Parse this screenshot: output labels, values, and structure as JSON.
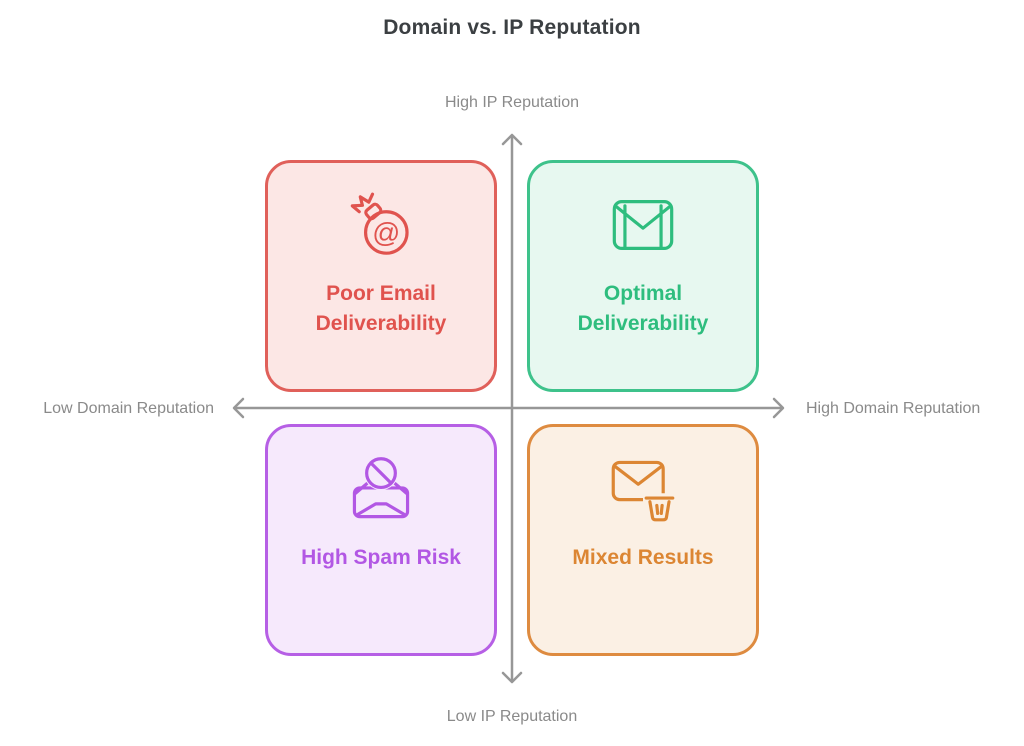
{
  "title": "Domain vs. IP Reputation",
  "axes": {
    "x": {
      "left_label": "Low Domain Reputation",
      "right_label": "High Domain Reputation"
    },
    "y": {
      "top_label": "High IP Reputation",
      "bottom_label": "Low IP Reputation"
    },
    "line_color": "#979797",
    "label_color": "#8a8a8a"
  },
  "quadrants": {
    "top_left": {
      "label": "Poor Email Deliverability",
      "icon": "spam-bomb-icon",
      "accent": "#e0534e",
      "border": "#e0605a",
      "background": "#fce7e5",
      "at_glyph": "@"
    },
    "top_right": {
      "label": "Optimal Deliverability",
      "icon": "gmail-envelope-icon",
      "accent": "#2ebd7e",
      "border": "#3ec28b",
      "background": "#e7f8f0"
    },
    "bottom_left": {
      "label": "High Spam Risk",
      "icon": "blocked-email-icon",
      "accent": "#b257e4",
      "border": "#b65fe5",
      "background": "#f6e9fc"
    },
    "bottom_right": {
      "label": "Mixed Results",
      "icon": "email-trash-icon",
      "accent": "#dc8633",
      "border": "#de8b40",
      "background": "#fbf0e4"
    }
  }
}
